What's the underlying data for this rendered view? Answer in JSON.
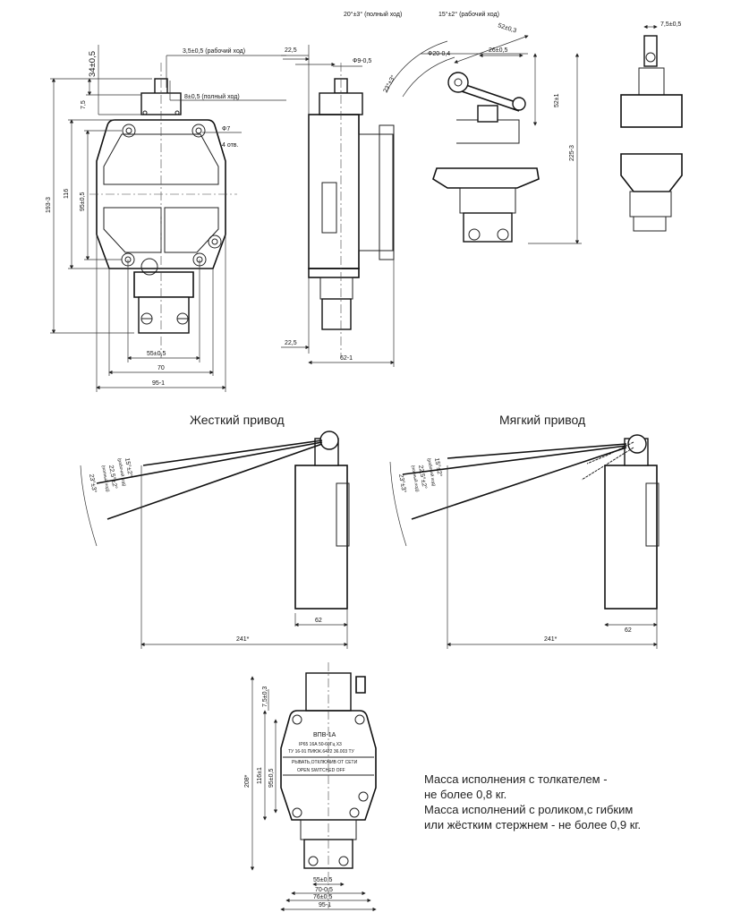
{
  "top_views": {
    "front": {
      "dim_34": "34±0,5",
      "dim_working_travel": "3,5±0,5 (рабочий ход)",
      "dim_full_travel": "8±0,5 (полный ход)",
      "dim_7_5": "7,5",
      "dim_193": "193-3",
      "dim_116": "116",
      "dim_95": "95±0,5",
      "hole_dia": "Ф7",
      "hole_count": "4 отв.",
      "dim_55": "55±0,5",
      "dim_70": "70",
      "dim_95_width": "95-1"
    },
    "side": {
      "dim_22_5_top": "22,5",
      "dim_dia9": "Ф9-0,5",
      "dim_22_5_bottom": "22,5",
      "dim_62": "62-1"
    },
    "lever": {
      "angle_full": "20°±3° (полный ход)",
      "angle_working": "15°±2° (рабочий ход)",
      "dim_52_3": "52±0,3",
      "dim_dia20": "Ф20-0,4",
      "dim_26": "26±0,5",
      "angle_23": "23°±3°",
      "dim_52_1": "52±1",
      "dim_225": "225-3"
    },
    "roller_side": {
      "dim_7_5": "7,5±0,5"
    }
  },
  "drives": {
    "rigid": {
      "caption": "Жесткий привод",
      "angle_working": "15°±2°",
      "angle_working_label": "(рабочий ход)",
      "angle_full": "23°±3°",
      "angle_mid": "22,5°±2°",
      "angle_mid_label": "(полный ход)",
      "dim_62": "62",
      "dim_241": "241*"
    },
    "flexible": {
      "caption": "Мягкий привод",
      "angle_working": "15°±2°",
      "angle_working_label": "(рабочий ход)",
      "angle_full": "23°±3°",
      "angle_mid": "22,5°±2°",
      "angle_mid_label": "(полный ход)",
      "dim_62": "62",
      "dim_241": "241*"
    }
  },
  "bottom_view": {
    "plate_model": "ВПВ-1А",
    "plate_line1": "IP65 16А 50-60Гц Х3",
    "plate_line2": "ТУ 16-91 ПИЮК.6422 36.003 ТУ",
    "plate_line3": "РЫВАТЬ,ОТКЛЮЧИВ ОТ СЕТИ",
    "plate_line4": "OPEN SWITCHED OFF",
    "dim_7_5": "7,5±0,3",
    "dim_208": "208*",
    "dim_116": "116±1",
    "dim_95": "95±0,5",
    "dim_55": "55±0,5",
    "dim_70": "70-0,5",
    "dim_76": "76±0,5",
    "dim_95_width": "95-1"
  },
  "notes": [
    "Масса исполнения с толкателем -",
    "не более 0,8 кг.",
    "Масса исполнений с роликом,с гибким",
    "или жёстким стержнем - не более 0,9 кг."
  ]
}
